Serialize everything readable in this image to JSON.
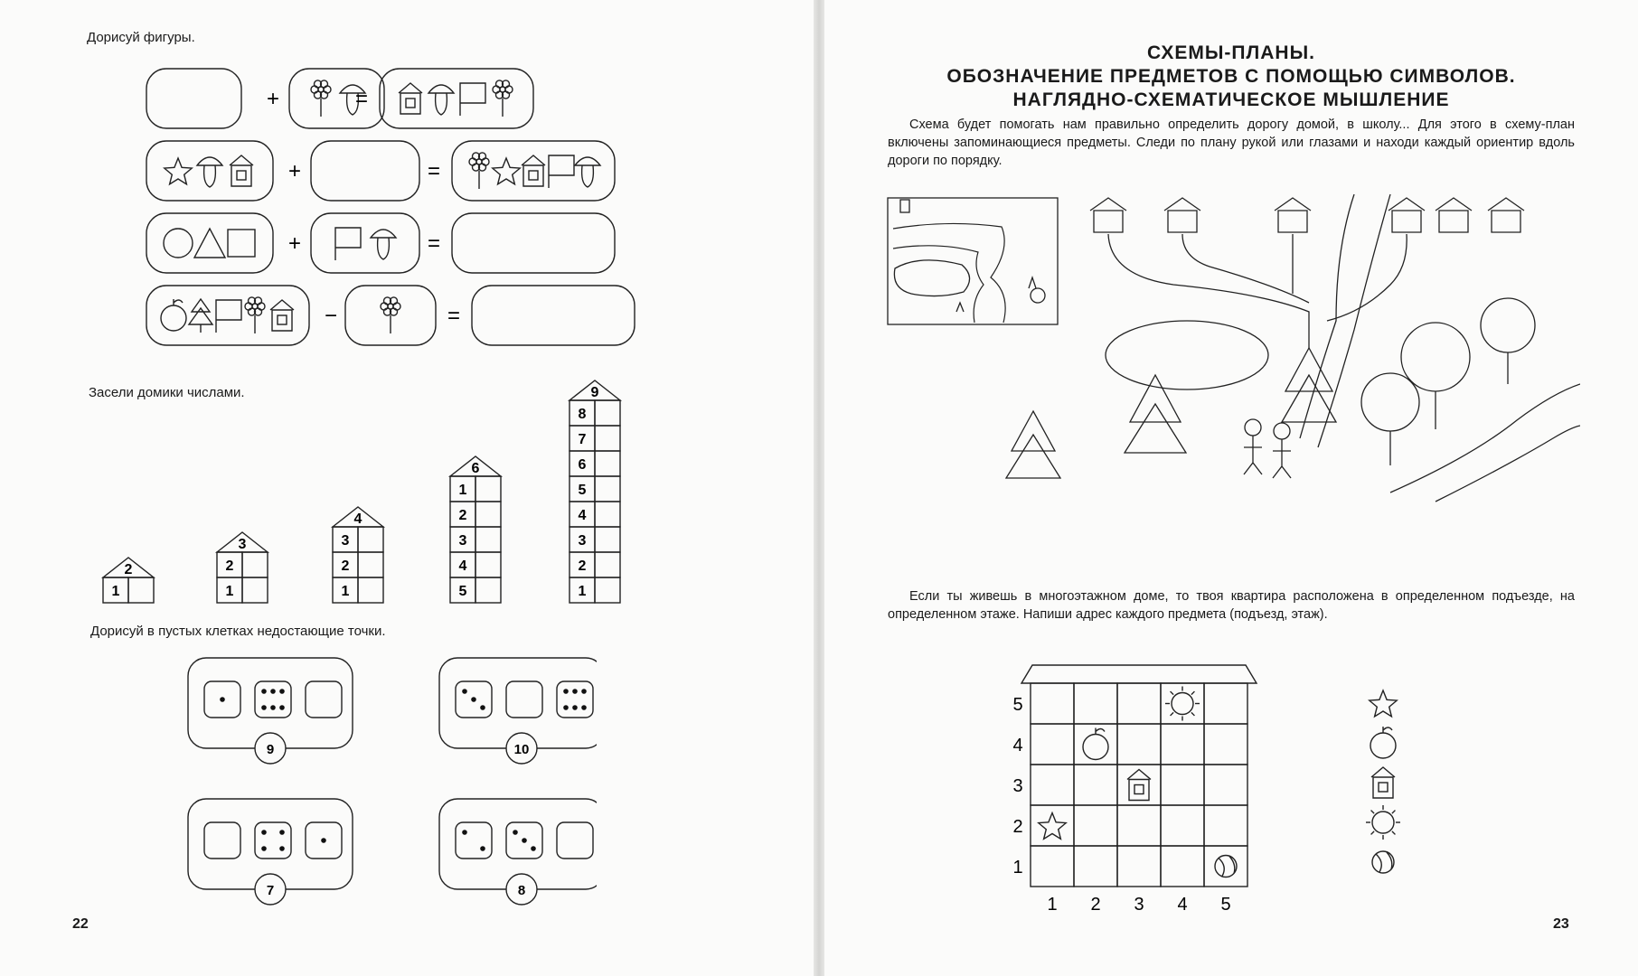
{
  "left_page": {
    "instr_shapes": "Дорисуй фигуры.",
    "instr_houses": "Засели домики числами.",
    "instr_dice": "Дорисуй в пустых клетках недостающие точки.",
    "page_number": "22",
    "equations": [
      {
        "left": [],
        "op": "+",
        "right": [
          "flower",
          "mushroom"
        ],
        "result": [
          "house",
          "mushroom",
          "flag",
          "flower"
        ]
      },
      {
        "left": [
          "star",
          "mushroom",
          "house"
        ],
        "op": "+",
        "right": [],
        "result": [
          "flower",
          "star",
          "house",
          "flag",
          "mushroom"
        ]
      },
      {
        "left": [
          "circle",
          "triangle",
          "square"
        ],
        "op": "+",
        "right": [
          "flag",
          "mushroom"
        ],
        "result": []
      },
      {
        "left": [
          "apple",
          "tree",
          "flag",
          "flower",
          "house"
        ],
        "op": "−",
        "right": [
          "flower"
        ],
        "result": []
      }
    ],
    "houses": [
      {
        "roof": "2",
        "cells": [
          [
            "1",
            ""
          ]
        ]
      },
      {
        "roof": "3",
        "cells": [
          [
            "2",
            ""
          ],
          [
            "1",
            ""
          ]
        ]
      },
      {
        "roof": "4",
        "cells": [
          [
            "3",
            ""
          ],
          [
            "2",
            ""
          ],
          [
            "1",
            ""
          ]
        ]
      },
      {
        "roof": "6",
        "cells": [
          [
            "1",
            ""
          ],
          [
            "2",
            ""
          ],
          [
            "3",
            ""
          ],
          [
            "4",
            ""
          ],
          [
            "5",
            ""
          ]
        ]
      },
      {
        "roof": "9",
        "cells": [
          [
            "8",
            ""
          ],
          [
            "7",
            ""
          ],
          [
            "6",
            ""
          ],
          [
            "5",
            ""
          ],
          [
            "4",
            ""
          ],
          [
            "3",
            ""
          ],
          [
            "2",
            ""
          ],
          [
            "1",
            ""
          ]
        ]
      }
    ],
    "dice_cards": [
      {
        "total": "9",
        "dice": [
          1,
          6,
          0
        ]
      },
      {
        "total": "10",
        "dice": [
          3,
          0,
          6
        ]
      },
      {
        "total": "7",
        "dice": [
          0,
          4,
          1
        ]
      },
      {
        "total": "8",
        "dice": [
          2,
          3,
          0
        ]
      }
    ]
  },
  "right_page": {
    "title_lines": [
      "СХЕМЫ-ПЛАНЫ.",
      "ОБОЗНАЧЕНИЕ ПРЕДМЕТОВ С ПОМОЩЬЮ СИМВОЛОВ.",
      "НАГЛЯДНО-СХЕМАТИЧЕСКОЕ МЫШЛЕНИЕ"
    ],
    "intro_text": "Схема будет помогать нам правильно определить дорогу домой, в школу... Для этого в схему-план включены запоминающиеся предметы. Следи по плану рукой или глазами и находи каждый ориентир вдоль дороги по порядку.",
    "building_text": "Если ты живешь в многоэтажном доме, то твоя квартира расположена в определенном подъезде, на определенном этаже. Напиши адрес каждого предмета (подъезд, этаж).",
    "grid": {
      "row_labels": [
        "5",
        "4",
        "3",
        "2",
        "1"
      ],
      "col_labels": [
        "1",
        "2",
        "3",
        "4",
        "5"
      ]
    },
    "legend_icons": [
      "star-icon",
      "apple-icon",
      "house-icon",
      "sun-icon",
      "ball-icon"
    ],
    "page_number": "23"
  }
}
